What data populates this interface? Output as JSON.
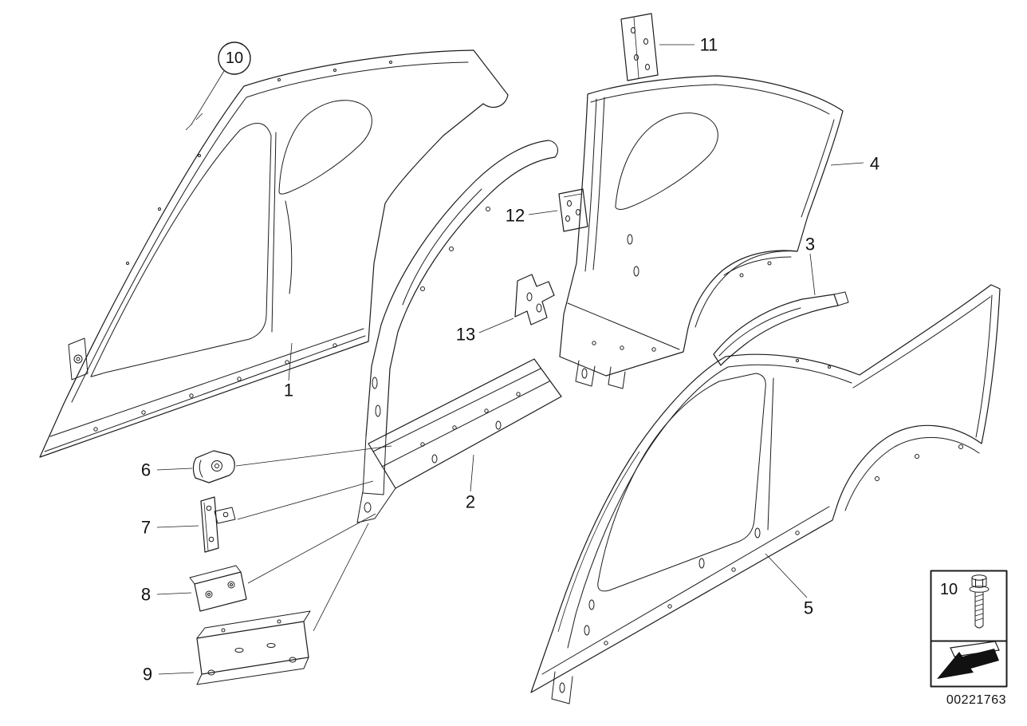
{
  "callouts": {
    "c1": {
      "label": "1"
    },
    "c2": {
      "label": "2"
    },
    "c3": {
      "label": "3"
    },
    "c4": {
      "label": "4"
    },
    "c5": {
      "label": "5"
    },
    "c6": {
      "label": "6"
    },
    "c7": {
      "label": "7"
    },
    "c8": {
      "label": "8"
    },
    "c9": {
      "label": "9"
    },
    "c10": {
      "label": "10"
    },
    "c11": {
      "label": "11"
    },
    "c12": {
      "label": "12"
    },
    "c13": {
      "label": "13"
    }
  },
  "legend": {
    "item_number": "10"
  },
  "icons": {
    "legend_fastener": "bolt-icon",
    "legend_arrow": "direction-arrow-icon"
  },
  "footer": {
    "doc_number": "00221763"
  },
  "colors": {
    "line": "#1c1c1c",
    "background": "#ffffff"
  }
}
